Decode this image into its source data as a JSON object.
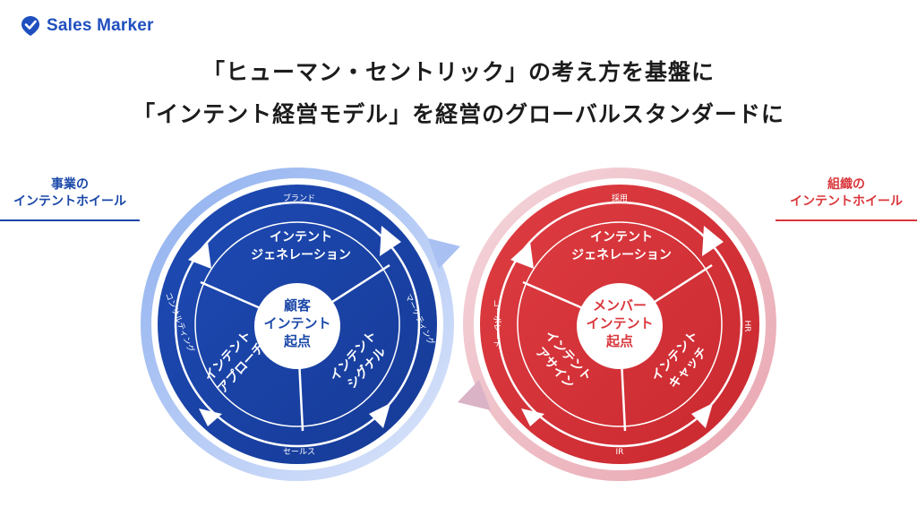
{
  "brand": {
    "name": "Sales Marker",
    "color": "#1f4fbf"
  },
  "headline": {
    "line1": "「ヒューマン・セントリック」の考え方を基盤に",
    "line2": "「インテント経営モデル」を経営のグローバルスタンダードに"
  },
  "left_wheel": {
    "label_line1": "事業の",
    "label_line2": "インテントホイール",
    "color": "#1a47a8",
    "center_line1": "顧客",
    "center_line2": "インテント",
    "center_line3": "起点",
    "segment_top_line1": "インテント",
    "segment_top_line2": "ジェネレーション",
    "segment_left_line1": "インテント",
    "segment_left_line2": "アプローチ",
    "segment_right_line1": "インテント",
    "segment_right_line2": "シグナル",
    "ring_top": "ブランド",
    "ring_right": "マーケティング",
    "ring_bottom": "セールス",
    "ring_left": "コンサルティング"
  },
  "right_wheel": {
    "label_line1": "組織の",
    "label_line2": "インテントホイール",
    "color": "#d9373c",
    "center_line1": "メンバー",
    "center_line2": "インテント",
    "center_line3": "起点",
    "segment_top_line1": "インテント",
    "segment_top_line2": "ジェネレーション",
    "segment_left_line1": "インテント",
    "segment_left_line2": "アサイン",
    "segment_right_line1": "インテント",
    "segment_right_line2": "キャッチ",
    "ring_top": "採用",
    "ring_right": "HR",
    "ring_bottom": "IR",
    "ring_left": "コーポレート"
  }
}
